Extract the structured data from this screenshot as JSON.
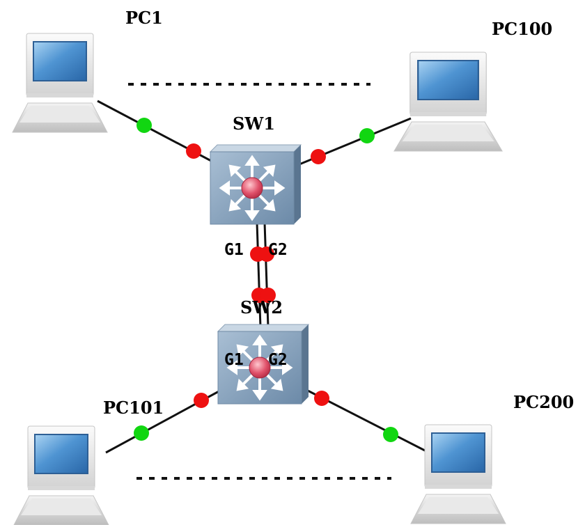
{
  "nodes": {
    "pc1": {
      "label": "PC1"
    },
    "pc100": {
      "label": "PC100"
    },
    "pc101": {
      "label": "PC101"
    },
    "pc200": {
      "label": "PC200"
    },
    "sw1": {
      "label": "SW1",
      "ports": [
        "G1",
        "G2"
      ]
    },
    "sw2": {
      "label": "SW2",
      "ports": [
        "G1",
        "G2"
      ]
    }
  },
  "colors": {
    "link_up": "#11d611",
    "link_down": "#ee1111",
    "link": "#111111",
    "switch_face": "#7e9bb8",
    "screen": "#3d80c4"
  },
  "icons": {
    "pc": "desktop-computer-icon",
    "switch": "multilayer-switch-icon"
  }
}
